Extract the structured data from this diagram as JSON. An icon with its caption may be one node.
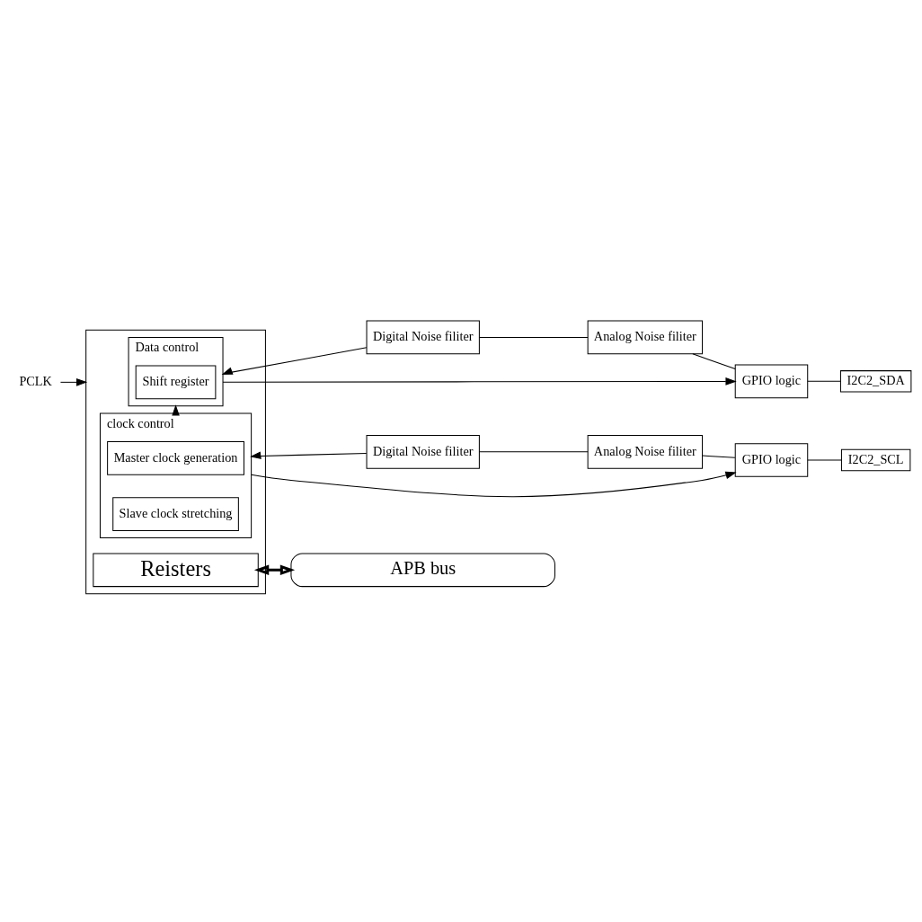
{
  "diagram": {
    "nodes": [
      {
        "text": [],
        "shape": "box"
      },
      {
        "text": [
          "Data control"
        ],
        "in": 0
      },
      {
        "text": [
          "Shift register"
        ],
        "in": 1
      },
      {
        "text": [
          "clock control"
        ],
        "in": 0
      },
      {
        "text": [
          "Master clock generation"
        ],
        "in": 3
      },
      {
        "text": [
          "Slave clock stretching"
        ],
        "in": 3
      },
      {
        "text": [
          "Reisters"
        ],
        "in": 0
      },
      {
        "text": [
          "Digital Noise filiter"
        ]
      },
      {
        "text": [
          "Analog Noise filiter"
        ]
      },
      {
        "text": [
          "GPIO logic"
        ]
      },
      {
        "text": [
          "I2C2_SDA"
        ]
      },
      {
        "text": [
          "Digital Noise filiter"
        ]
      },
      {
        "text": [
          "Analog Noise filiter"
        ]
      },
      {
        "text": [
          "GPIO logic"
        ]
      },
      {
        "text": [
          "I2C2_SCL"
        ]
      },
      {
        "text": [
          "PCLK"
        ]
      },
      {
        "text": [
          "APB bus"
        ]
      }
    ],
    "edges": [
      {
        "from": 15,
        "to": 0,
        "arrow": "to"
      },
      {
        "from": 7,
        "to": 1,
        "arrow": "to"
      },
      {
        "from": 7,
        "to": 8,
        "arrow": "none"
      },
      {
        "from": 8,
        "to": 9,
        "arrow": "none"
      },
      {
        "from": 9,
        "to": 10,
        "arrow": "none"
      },
      {
        "from": 1,
        "to": 9,
        "arrow": "to"
      },
      {
        "from": 3,
        "to": 1,
        "arrow": "to"
      },
      {
        "from": 11,
        "to": 3,
        "arrow": "to"
      },
      {
        "from": 11,
        "to": 12,
        "arrow": "none"
      },
      {
        "from": 12,
        "to": 13,
        "arrow": "none"
      },
      {
        "from": 13,
        "to": 14,
        "arrow": "none"
      },
      {
        "from": 3,
        "to": 13,
        "arrow": "to"
      },
      {
        "from": 6,
        "to": 16,
        "arrow": "both",
        "style": "thick"
      }
    ]
  }
}
